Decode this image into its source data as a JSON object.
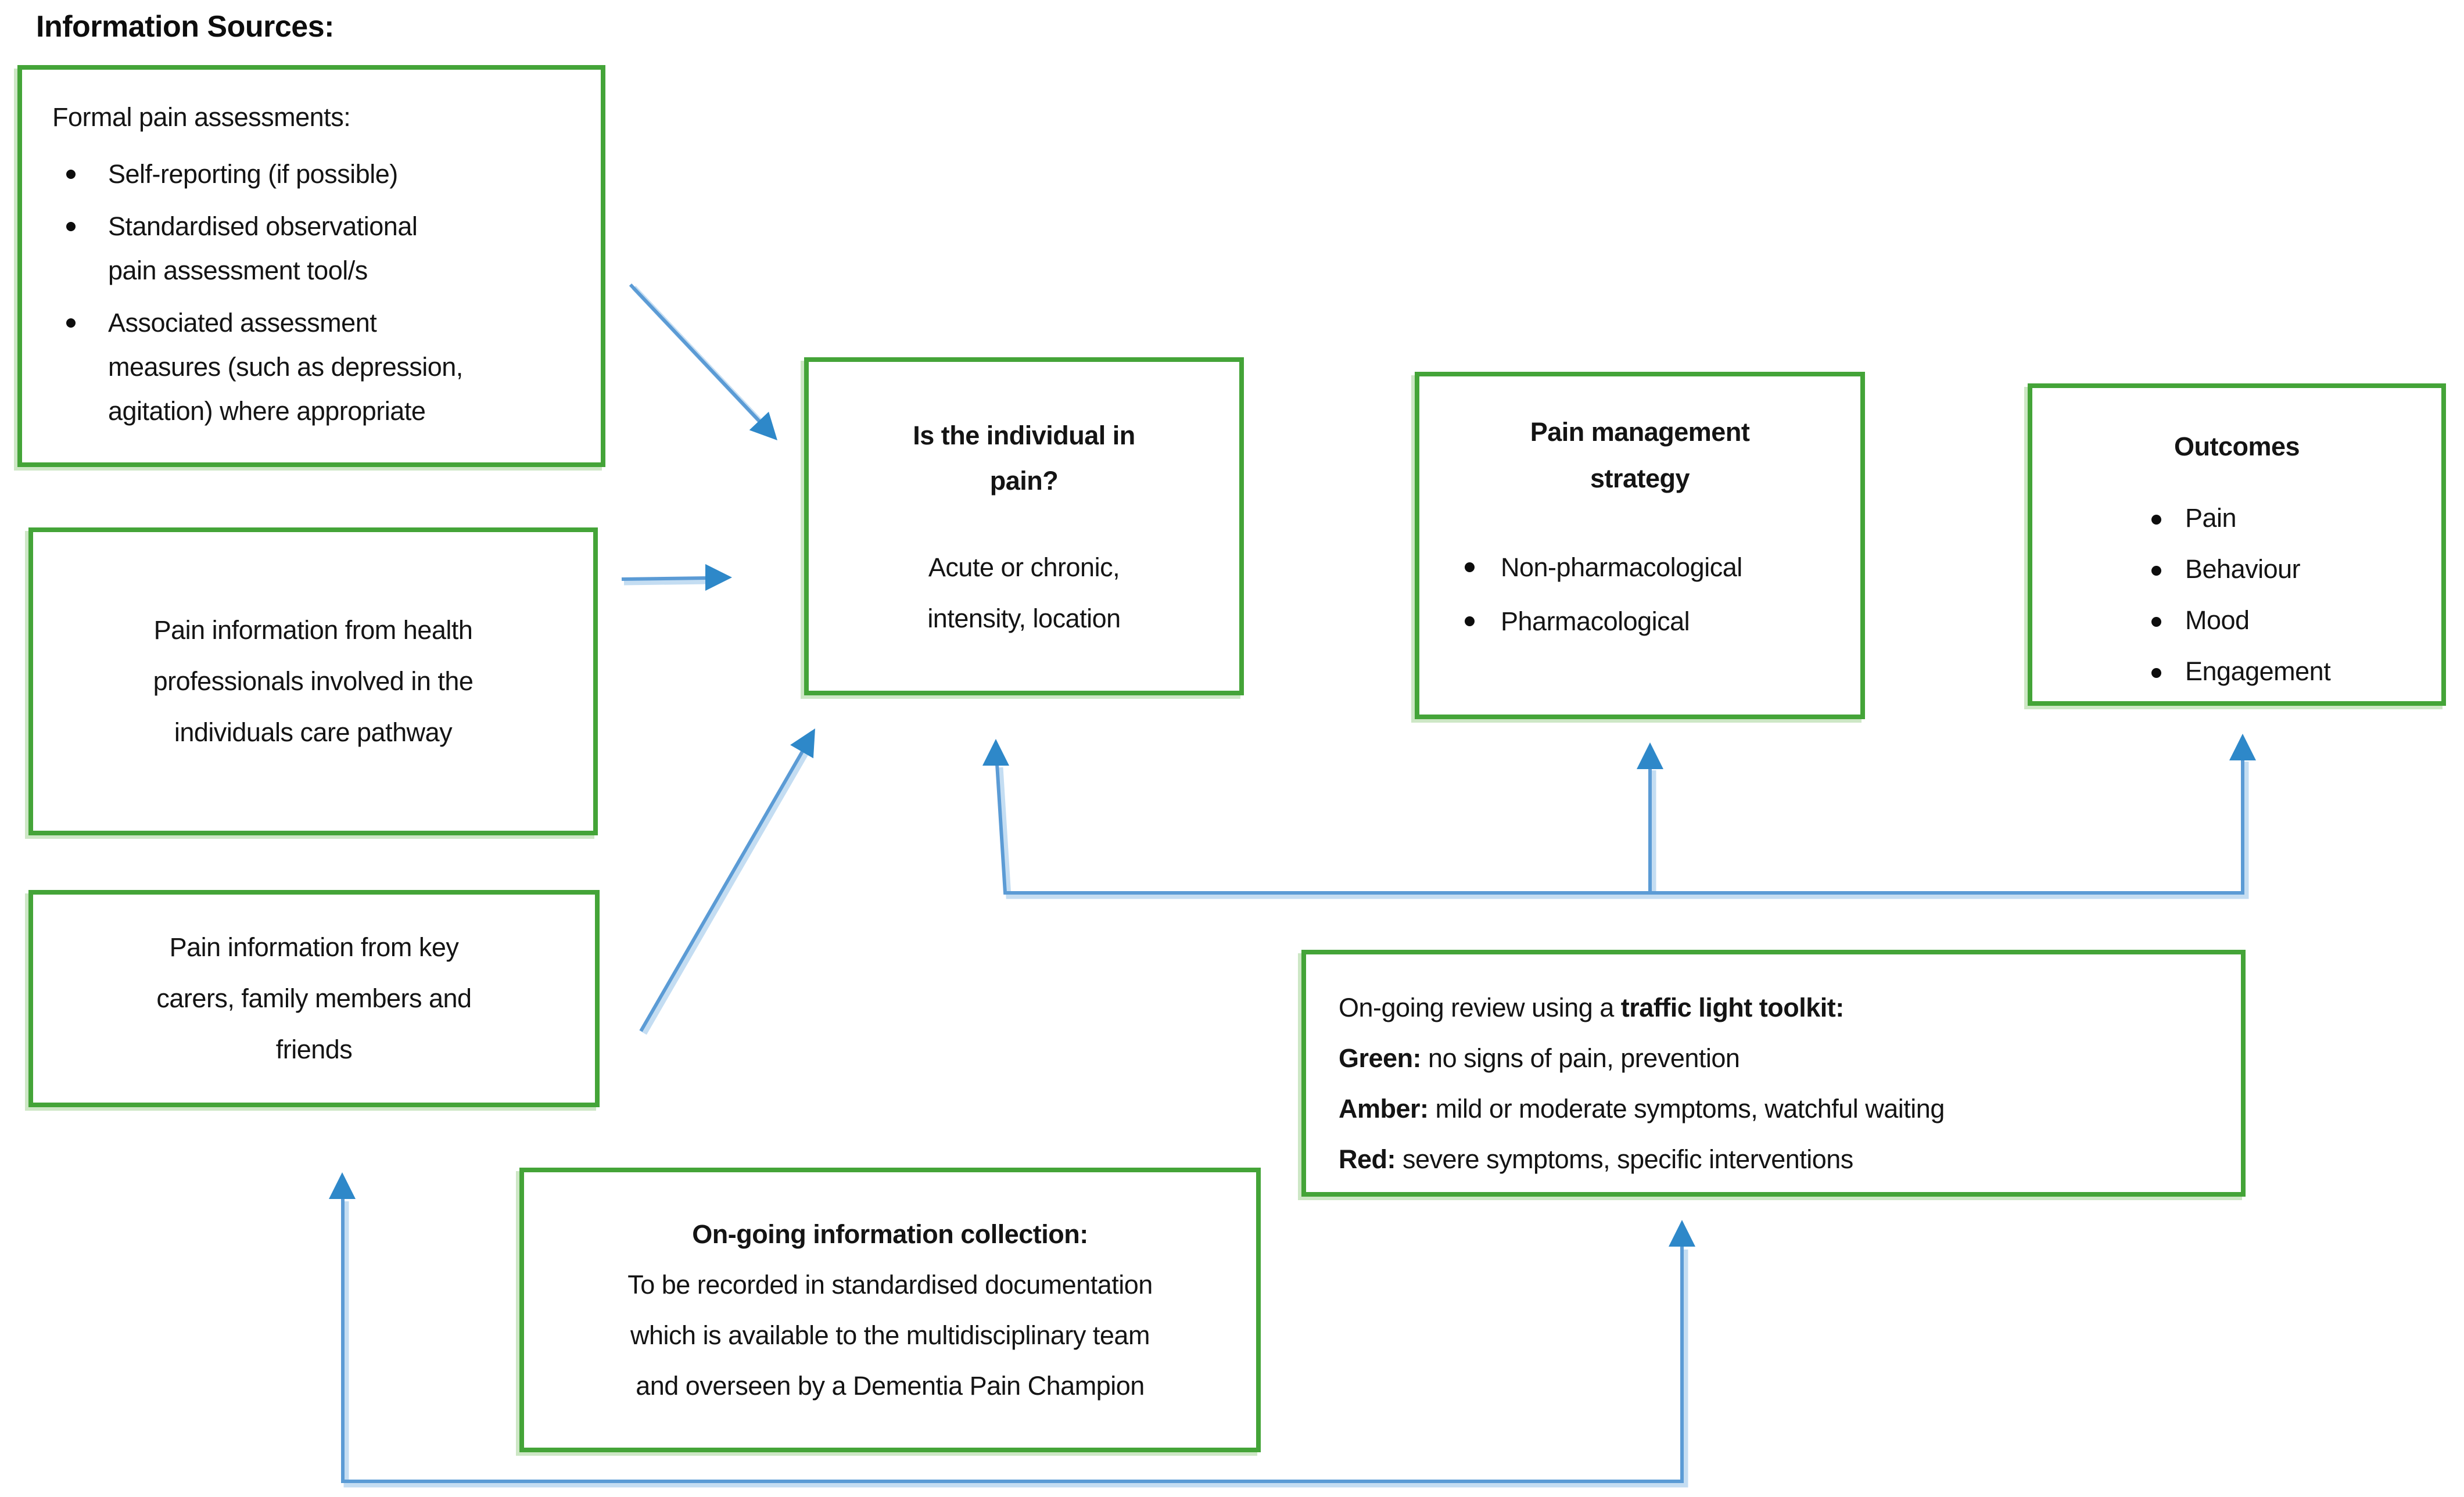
{
  "title": "Information Sources:",
  "colors": {
    "box_border_green": "#44a438",
    "box_shadow_green": "#cde7c5",
    "arrow_line_blue": "#5b9bd5",
    "arrow_head_blue": "#2e88c9",
    "text": "#141414",
    "background": "#ffffff"
  },
  "boxes": {
    "formal": {
      "intro": "Formal pain assessments:",
      "bullets": [
        "Self-reporting (if possible)",
        "Standardised observational pain assessment tool/s",
        "Associated assessment measures (such as depression, agitation) where appropriate"
      ]
    },
    "health_professionals": {
      "text": "Pain information from health professionals involved in the individuals care pathway"
    },
    "key_carers": {
      "text": "Pain information from key carers, family members and friends"
    },
    "individual_pain": {
      "title": "Is the individual in pain?",
      "detail": "Acute or chronic, intensity, location"
    },
    "management": {
      "title": "Pain management strategy",
      "bullets": [
        "Non-pharmacological",
        "Pharmacological"
      ]
    },
    "outcomes": {
      "title": "Outcomes",
      "bullets": [
        "Pain",
        "Behaviour",
        "Mood",
        "Engagement"
      ]
    },
    "review": {
      "lines": [
        {
          "before": "On-going review using a ",
          "bold": "traffic light toolkit:",
          "after": ""
        },
        {
          "before": "",
          "bold": "Green:",
          "after": " no signs of pain, prevention"
        },
        {
          "before": "",
          "bold": "Amber:",
          "after": " mild or moderate symptoms, watchful waiting"
        },
        {
          "before": "",
          "bold": "Red:",
          "after": " severe symptoms, specific interventions"
        }
      ]
    },
    "collection": {
      "title": "On-going information collection:",
      "body": "To be recorded in standardised documentation which is available to the multidisciplinary team and overseen by a Dementia Pain Champion"
    }
  },
  "connectors": [
    {
      "name": "formal-to-pain",
      "from": "formal",
      "to": "individual_pain"
    },
    {
      "name": "health-to-pain",
      "from": "health_professionals",
      "to": "individual_pain"
    },
    {
      "name": "carers-to-pain",
      "from": "key_carers",
      "to": "individual_pain"
    },
    {
      "name": "review-to-pain",
      "from": "review",
      "to": "individual_pain"
    },
    {
      "name": "review-to-management",
      "from": "review",
      "to": "management"
    },
    {
      "name": "review-to-outcomes",
      "from": "review",
      "to": "outcomes"
    },
    {
      "name": "collection-to-carers",
      "from": "collection",
      "to": "key_carers"
    },
    {
      "name": "collection-to-review",
      "from": "collection",
      "to": "review"
    }
  ]
}
